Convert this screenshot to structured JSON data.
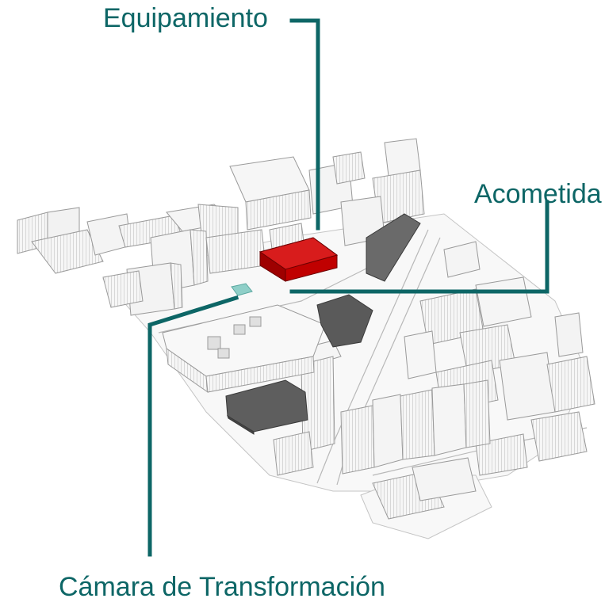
{
  "labels": {
    "equipamiento": "Equipamiento",
    "acometida": "Acometida",
    "camara": "Cámara de Transformación"
  },
  "colors": {
    "leader": "#0d6666",
    "label_text": "#0d6666",
    "equipment_building": "#c00000",
    "transformer_building": "#5a5a5a",
    "transformer_chamber": "#8fcfc8",
    "building_default": "#f4f4f4",
    "building_outline": "#9a9a9a"
  }
}
